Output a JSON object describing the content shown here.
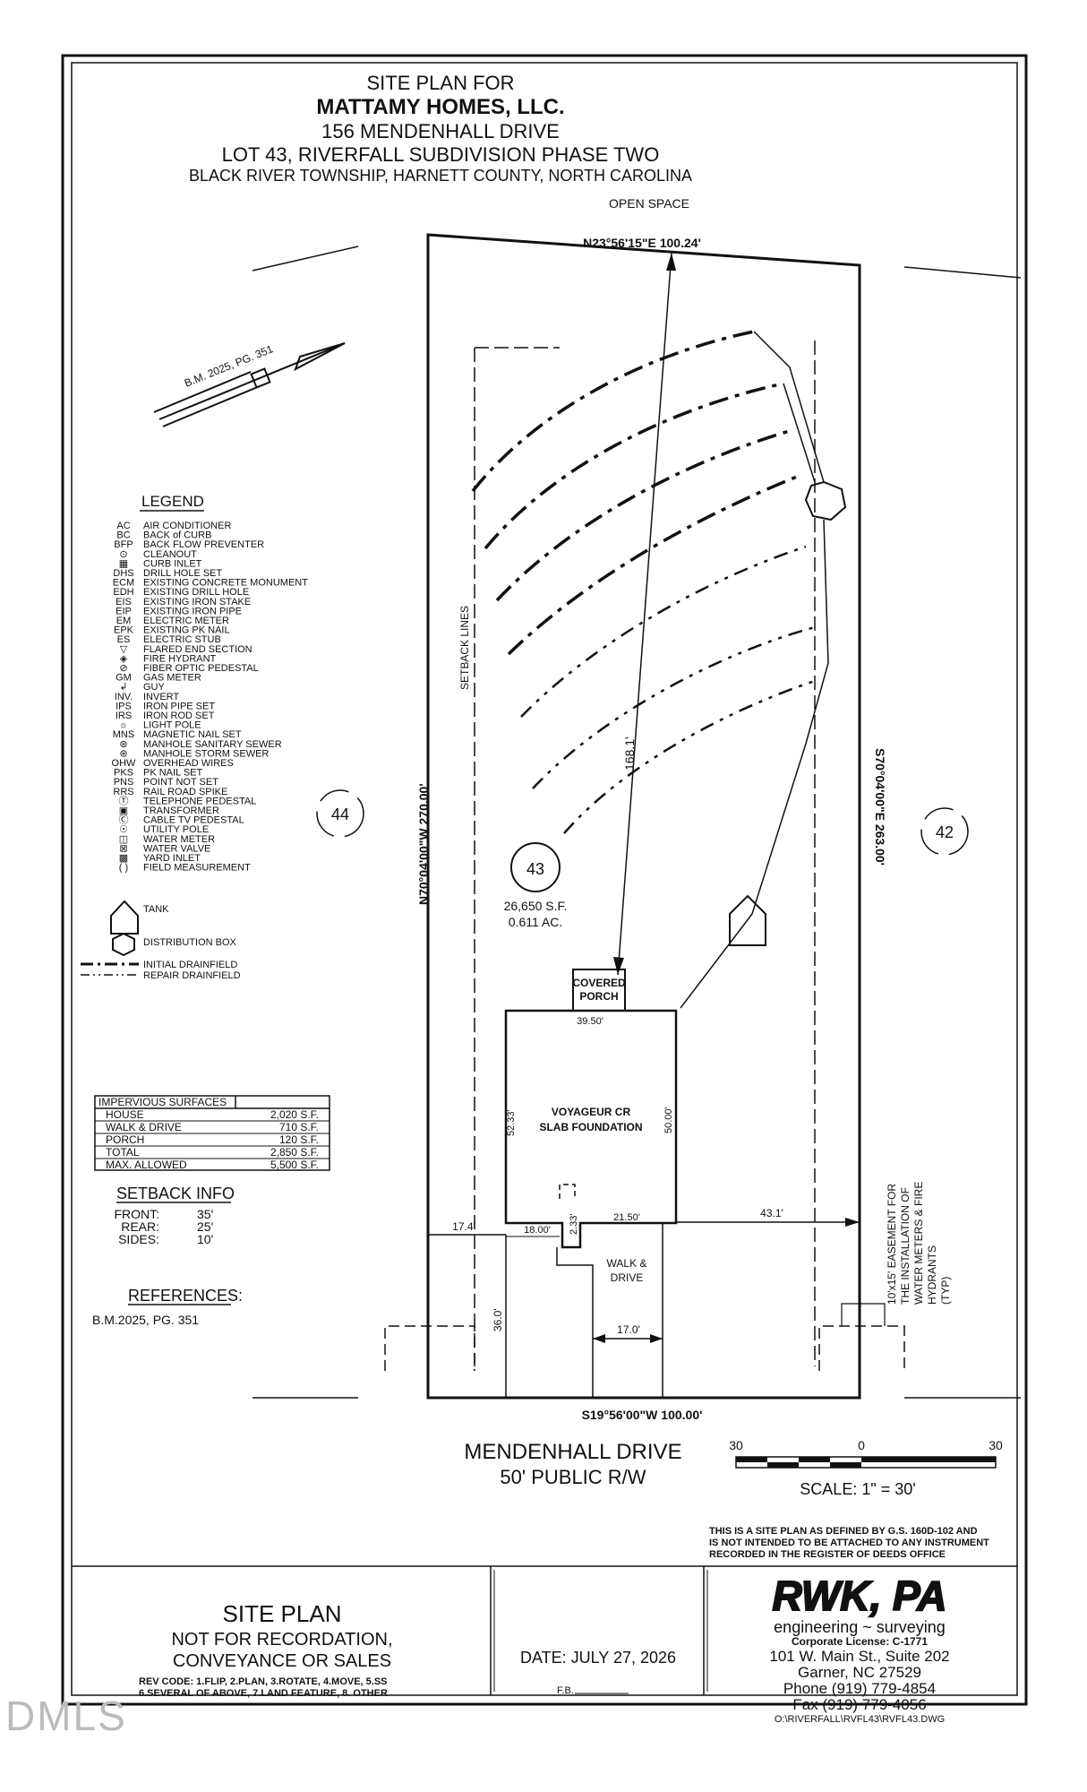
{
  "title": {
    "line1": "SITE PLAN FOR",
    "line2": "MATTAMY HOMES, LLC.",
    "line3": "156 MENDENHALL DRIVE",
    "line4": "LOT 43, RIVERFALL SUBDIVISION PHASE TWO",
    "line5": "BLACK RIVER TOWNSHIP, HARNETT COUNTY, NORTH CAROLINA"
  },
  "labels": {
    "open_space": "OPEN SPACE",
    "north_bearing": "N23°56'15\"E   100.24'",
    "south_bearing": "S19°56'00\"W   100.00'",
    "west_bearing": "N70°04'00\"W   270.00'",
    "east_bearing": "S70°04'00\"E   263.00'",
    "bm_arrow": "B.M. 2025, PG. 351",
    "setback_lines": "SETBACK LINES",
    "lot_44": "44",
    "lot_43": "43",
    "lot_42": "42",
    "lot_area_sf": "26,650 S.F.",
    "lot_area_ac": "0.611 AC.",
    "dist_168": "168.1'",
    "covered_porch_1": "COVERED",
    "covered_porch_2": "PORCH",
    "dim_3950": "39.50'",
    "dim_5233": "52.33'",
    "dim_5000": "50.00'",
    "house_1": "VOYAGEUR CR",
    "house_2": "SLAB FOUNDATION",
    "dim_174": "17.4'",
    "dim_1800": "18.00'",
    "dim_233": "2.33'",
    "dim_2150": "21.50'",
    "dim_431": "43.1'",
    "walk_1": "WALK &",
    "walk_2": "DRIVE",
    "dim_360": "36.0'",
    "dim_170": "17.0'",
    "easement": [
      "10'x15' EASEMENT FOR",
      "THE INSTALLATION OF",
      "WATER METERS & FIRE",
      "HYDRANTS",
      "(TYP)"
    ],
    "street_name": "MENDENHALL DRIVE",
    "street_rw": "50' PUBLIC R/W",
    "scale_left": "30",
    "scale_mid": "0",
    "scale_right": "30",
    "scale_text": "SCALE:  1\" = 30'",
    "disclaimer": [
      "THIS IS A SITE PLAN AS DEFINED BY G.S. 160D-102 AND",
      "IS NOT INTENDED TO BE ATTACHED TO ANY INSTRUMENT",
      "RECORDED IN THE REGISTER OF DEEDS OFFICE"
    ]
  },
  "legend": {
    "title": "LEGEND",
    "items": [
      {
        "code": "AC",
        "text": "AIR CONDITIONER"
      },
      {
        "code": "BC",
        "text": "BACK of CURB"
      },
      {
        "code": "BFP",
        "text": "BACK FLOW PREVENTER"
      },
      {
        "code": "⊙",
        "text": "CLEANOUT"
      },
      {
        "code": "▦",
        "text": "CURB INLET"
      },
      {
        "code": "DHS",
        "text": "DRILL HOLE SET"
      },
      {
        "code": "ECM",
        "text": "EXISTING CONCRETE MONUMENT"
      },
      {
        "code": "EDH",
        "text": "EXISTING DRILL HOLE"
      },
      {
        "code": "EIS",
        "text": "EXISTING IRON STAKE"
      },
      {
        "code": "EIP",
        "text": "EXISTING IRON PIPE"
      },
      {
        "code": "EM",
        "text": "ELECTRIC METER"
      },
      {
        "code": "EPK",
        "text": "EXISTING PK NAIL"
      },
      {
        "code": "ES",
        "text": "ELECTRIC STUB"
      },
      {
        "code": "▽",
        "text": "FLARED END SECTION"
      },
      {
        "code": "◈",
        "text": "FIRE HYDRANT"
      },
      {
        "code": "⊘",
        "text": "FIBER OPTIC PEDESTAL"
      },
      {
        "code": "GM",
        "text": "GAS METER"
      },
      {
        "code": "↲",
        "text": "GUY"
      },
      {
        "code": "INV.",
        "text": "INVERT"
      },
      {
        "code": "IPS",
        "text": "IRON PIPE SET"
      },
      {
        "code": "IRS",
        "text": "IRON ROD SET"
      },
      {
        "code": "☼",
        "text": "LIGHT POLE"
      },
      {
        "code": "MNS",
        "text": "MAGNETIC NAIL SET"
      },
      {
        "code": "⊛",
        "text": "MANHOLE SANITARY SEWER"
      },
      {
        "code": "⊛",
        "text": "MANHOLE STORM SEWER"
      },
      {
        "code": "OHW",
        "text": "OVERHEAD WIRES"
      },
      {
        "code": "PKS",
        "text": "PK NAIL SET"
      },
      {
        "code": "PNS",
        "text": "POINT NOT SET"
      },
      {
        "code": "RRS",
        "text": "RAIL ROAD SPIKE"
      },
      {
        "code": "Ⓣ",
        "text": "TELEPHONE PEDESTAL"
      },
      {
        "code": "▣",
        "text": "TRANSFORMER"
      },
      {
        "code": "Ⓒ",
        "text": "CABLE TV PEDESTAL"
      },
      {
        "code": "☉",
        "text": "UTILITY POLE"
      },
      {
        "code": "◫",
        "text": "WATER METER"
      },
      {
        "code": "⊠",
        "text": "WATER VALVE"
      },
      {
        "code": "▩",
        "text": "YARD INLET"
      },
      {
        "code": "( )",
        "text": "FIELD MEASUREMENT"
      }
    ],
    "tank": "TANK",
    "distribution_box": "DISTRIBUTION BOX",
    "initial_drainfield": "INITIAL DRAINFIELD",
    "repair_drainfield": "REPAIR DRAINFIELD"
  },
  "impervious": {
    "title": "IMPERVIOUS SURFACES",
    "rows": [
      {
        "label": "HOUSE",
        "value": "2,020 S.F."
      },
      {
        "label": "WALK & DRIVE",
        "value": "710 S.F."
      },
      {
        "label": "PORCH",
        "value": "120 S.F."
      },
      {
        "label": "TOTAL",
        "value": "2,850 S.F."
      },
      {
        "label": "MAX. ALLOWED",
        "value": "5,500 S.F."
      }
    ]
  },
  "setback": {
    "title": "SETBACK INFO",
    "rows": [
      {
        "label": "FRONT:",
        "value": "35'"
      },
      {
        "label": "REAR:",
        "value": "25'"
      },
      {
        "label": "SIDES:",
        "value": "10'"
      }
    ]
  },
  "references": {
    "title": "REFERENCES:",
    "text": "B.M.2025, PG. 351"
  },
  "titleblock": {
    "site_plan": "SITE PLAN",
    "not_for_1": "NOT FOR RECORDATION,",
    "not_for_2": "CONVEYANCE OR SALES",
    "rev_code_1": "REV CODE: 1.FLIP, 2.PLAN, 3.ROTATE, 4.MOVE, 5.SS",
    "rev_code_2": "6.SEVERAL OF ABOVE, 7.LAND FEATURE, 8. OTHER",
    "date": "DATE: JULY 27, 2026",
    "fb": "F.B.",
    "firm": "RWK, PA",
    "firm_sub": "engineering ~ surveying",
    "license": "Corporate License: C-1771",
    "address1": "101 W. Main St., Suite 202",
    "address2": "Garner, NC 27529",
    "phone": "Phone (919) 779-4854",
    "fax": "Fax (919) 779-4056",
    "dwg": "O:\\RIVERFALL\\RVFL43\\RVFL43.DWG"
  },
  "watermark": "DMLS"
}
